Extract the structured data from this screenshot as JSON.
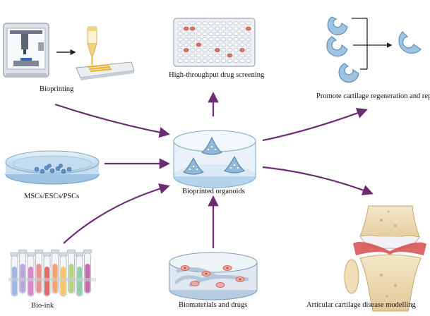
{
  "labels": {
    "bioprinting": "Bioprinting",
    "drug_screening": "High-throughput drug screening",
    "cartilage_repair": "Promote cartilage regeneration and repair",
    "stem_cells": "MSCs/ESCs/PSCs",
    "center": "Bioprinted organoids",
    "bio_ink": "Bio-ink",
    "biomaterials": "Biomaterials and drugs",
    "disease_modelling": "Articular cartilage disease modelling"
  },
  "colors": {
    "arrow": "#6b2c74",
    "dish_blue": "#b9d7ec",
    "organoid": "#8fb8d9",
    "cell_red": "#c94f3d",
    "cartilage": "#9ec4e2"
  },
  "icons": [
    "bioprinter-icon",
    "nozzle-icon",
    "well-plate-icon",
    "cartilage-fragment-icon",
    "petri-dish-icon",
    "organoid-dish-icon",
    "test-tubes-icon",
    "scaffold-icon",
    "knee-joint-icon"
  ]
}
